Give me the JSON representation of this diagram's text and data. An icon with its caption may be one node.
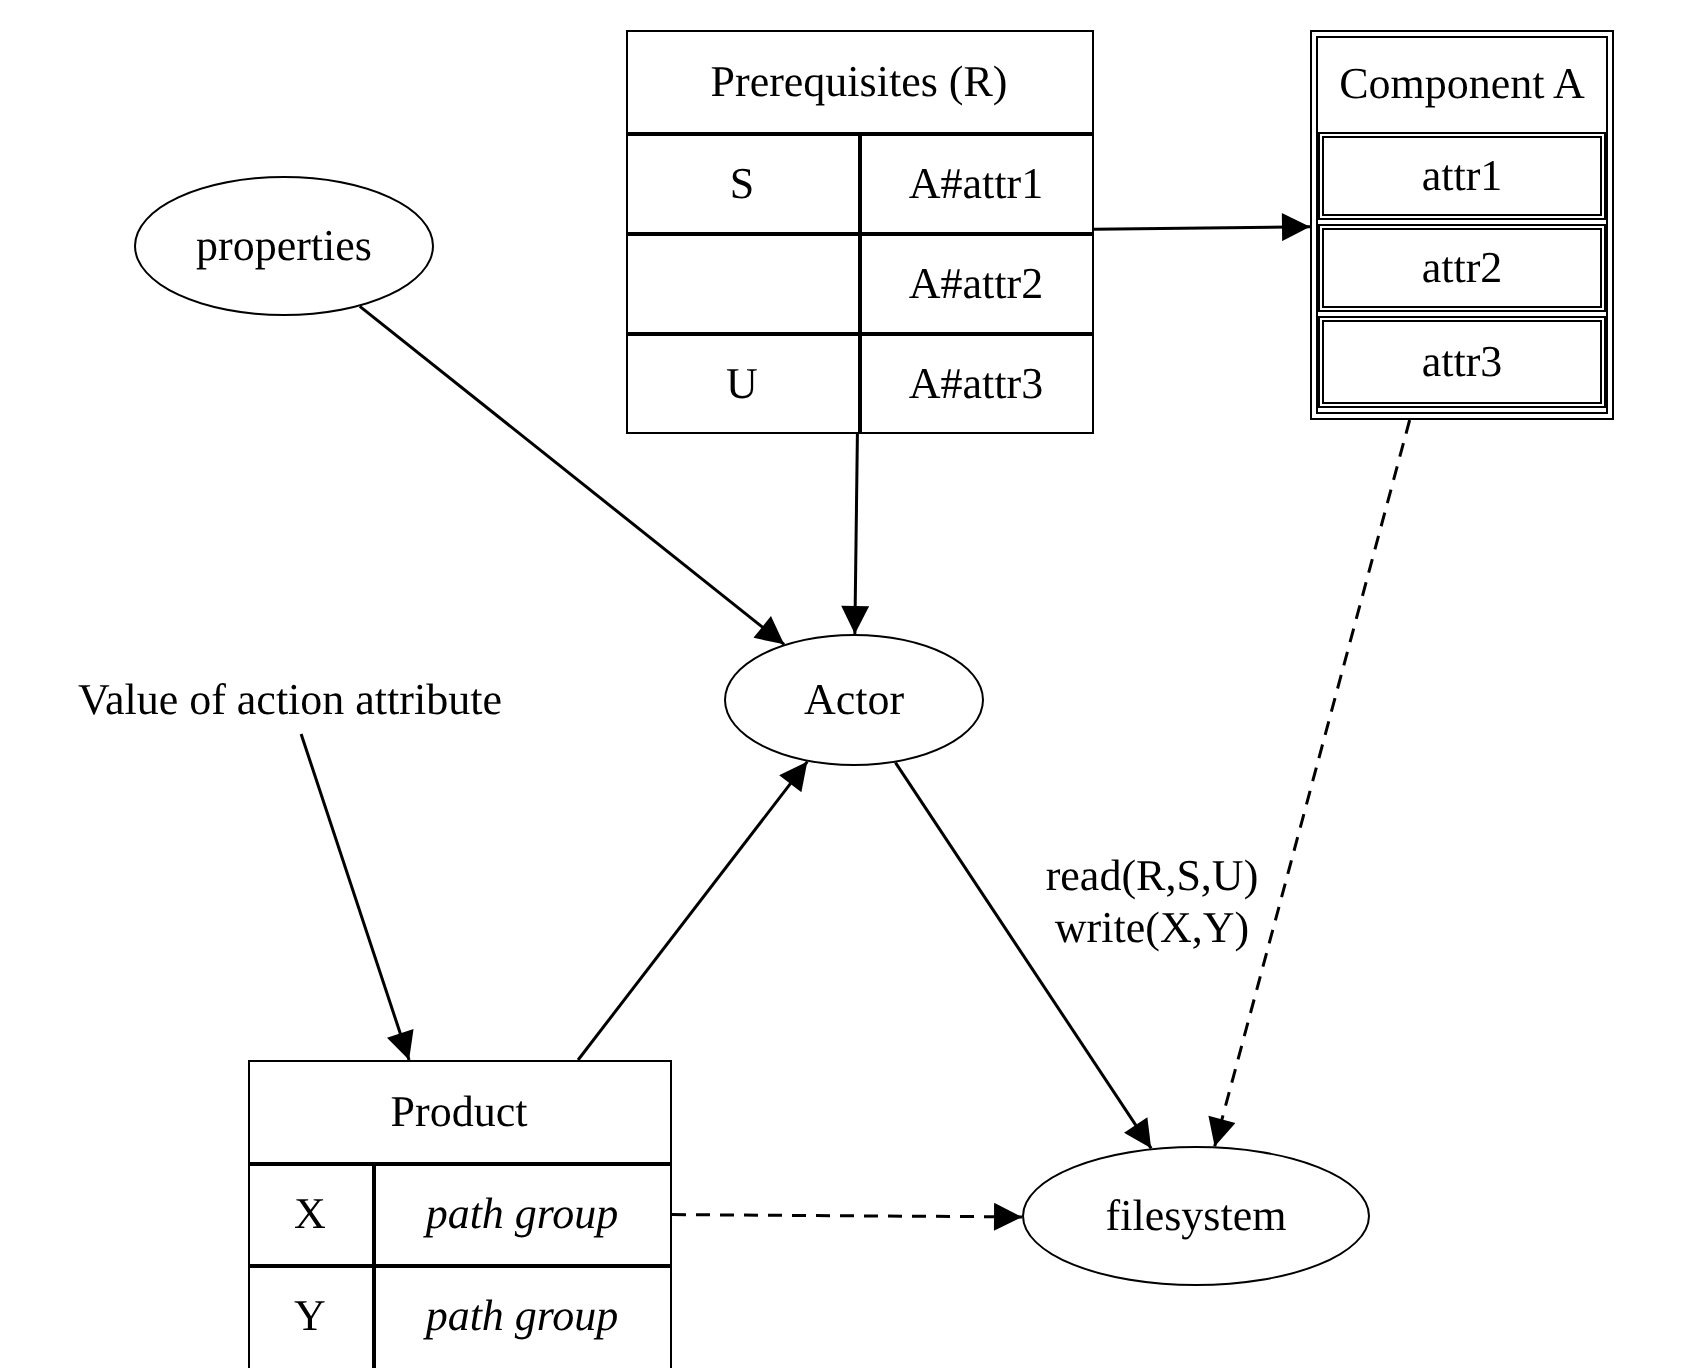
{
  "diagram": {
    "nodes": [
      {
        "text": [
          "properties"
        ]
      },
      {
        "text": [
          "Prerequisites (R)",
          "S",
          "A#attr1",
          "A#attr2",
          "U",
          "A#attr3"
        ]
      },
      {
        "text": [
          "Component A",
          "attr1",
          "attr2",
          "attr3"
        ]
      },
      {
        "text": [
          "Value of action attribute"
        ]
      },
      {
        "text": [
          "Actor"
        ]
      },
      {
        "text": [
          "Product",
          "X",
          "path group",
          "Y",
          "path group"
        ]
      },
      {
        "text": [
          "filesystem"
        ]
      }
    ],
    "edges": [
      {
        "from": 0,
        "to": 4,
        "arrow": "to"
      },
      {
        "from": 1,
        "to": 4,
        "arrow": "to"
      },
      {
        "from": 1,
        "to": 2,
        "arrow": "to"
      },
      {
        "from": 3,
        "to": 5,
        "arrow": "to"
      },
      {
        "from": 5,
        "to": 4,
        "arrow": "to"
      },
      {
        "from": 4,
        "to": 6,
        "arrow": "to",
        "label": "read(R,S,U) write(X,Y)"
      },
      {
        "from": 2,
        "to": 6,
        "arrow": "to",
        "style": "dashed"
      },
      {
        "from": 5,
        "to": 6,
        "arrow": "to",
        "style": "dashed"
      }
    ]
  }
}
